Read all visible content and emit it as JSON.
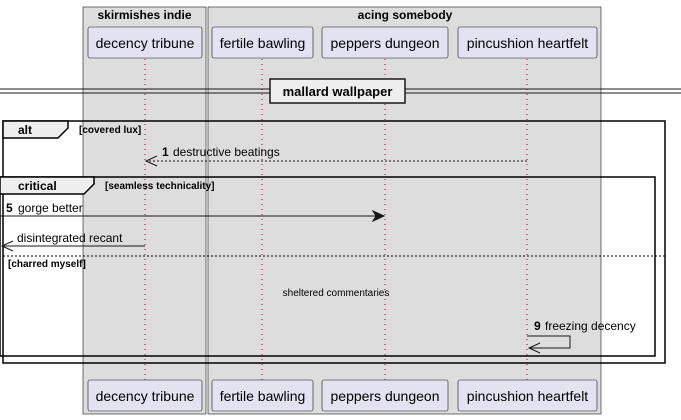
{
  "boxes": {
    "left": {
      "title": "skirmishes indie"
    },
    "right": {
      "title": "acing somebody"
    }
  },
  "participants": [
    {
      "name": "decency tribune"
    },
    {
      "name": "fertile bawling"
    },
    {
      "name": "peppers dungeon"
    },
    {
      "name": "pincushion heartfelt"
    }
  ],
  "divider": {
    "label": "mallard wallpaper"
  },
  "fragments": {
    "alt": {
      "keyword": "alt",
      "guard": "[covered lux]",
      "else_guard": "[charred myself]"
    },
    "critical": {
      "keyword": "critical",
      "guard": "[seamless technicality]"
    }
  },
  "messages": [
    {
      "num": "1",
      "text": "destructive beatings"
    },
    {
      "num": "5",
      "text": "gorge better"
    },
    {
      "num": "",
      "text": "disintegrated recant"
    },
    {
      "num": "9",
      "text": "freezing decency"
    }
  ],
  "delay": {
    "text": "sheltered commentaries"
  },
  "colors": {
    "box_fill": "#dddddd",
    "participant_fill": "#e2e2f0",
    "border": "#181818",
    "lifeline": "#a80036"
  }
}
